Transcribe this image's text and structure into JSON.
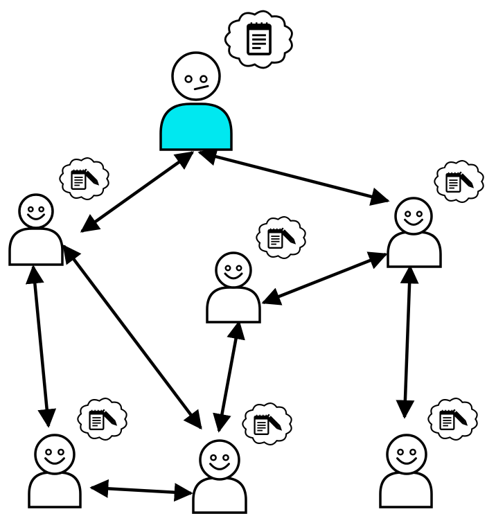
{
  "colors": {
    "stroke": "#000000",
    "person_fill": "#ffffff",
    "central_body_fill": "#00e8f0",
    "cloud_fill": "#ffffff"
  },
  "people": [
    {
      "id": "central",
      "role": "central",
      "expression": "neutral",
      "thought_icons": [
        "notepad-icon"
      ]
    },
    {
      "id": "left-upper",
      "role": "peer",
      "expression": "smile",
      "thought_icons": [
        "notepad-icon",
        "pencil-icon"
      ]
    },
    {
      "id": "middle",
      "role": "peer",
      "expression": "smile",
      "thought_icons": [
        "notepad-icon",
        "pencil-icon"
      ]
    },
    {
      "id": "right-upper",
      "role": "peer",
      "expression": "smile",
      "thought_icons": [
        "notepad-icon",
        "pencil-icon"
      ]
    },
    {
      "id": "bottom-left",
      "role": "peer",
      "expression": "smile",
      "thought_icons": [
        "notepad-icon",
        "pencil-icon"
      ]
    },
    {
      "id": "bottom-middle",
      "role": "peer",
      "expression": "smile",
      "thought_icons": [
        "notepad-icon",
        "pencil-icon"
      ]
    },
    {
      "id": "bottom-right",
      "role": "peer",
      "expression": "smile",
      "thought_icons": [
        "notepad-icon",
        "pencil-icon"
      ]
    }
  ],
  "links": [
    {
      "from": "central",
      "to": "left-upper",
      "direction": "both"
    },
    {
      "from": "central",
      "to": "right-upper",
      "direction": "both"
    },
    {
      "from": "right-upper",
      "to": "middle",
      "direction": "both"
    },
    {
      "from": "left-upper",
      "to": "bottom-left",
      "direction": "both"
    },
    {
      "from": "left-upper",
      "to": "bottom-middle",
      "direction": "both"
    },
    {
      "from": "middle",
      "to": "bottom-middle",
      "direction": "both"
    },
    {
      "from": "right-upper",
      "to": "bottom-right",
      "direction": "both"
    },
    {
      "from": "bottom-left",
      "to": "bottom-middle",
      "direction": "both"
    }
  ]
}
